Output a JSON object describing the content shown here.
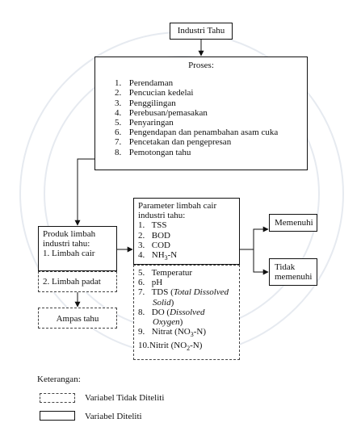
{
  "industri": "Industri Tahu",
  "proses": {
    "title": "Proses:",
    "steps": [
      {
        "no": "1.",
        "label": "Perendaman"
      },
      {
        "no": "2.",
        "label": "Pencucian kedelai"
      },
      {
        "no": "3.",
        "label": "Penggilingan"
      },
      {
        "no": "4.",
        "label": "Perebusan/pemasakan"
      },
      {
        "no": "5.",
        "label": "Penyaringan"
      },
      {
        "no": "6.",
        "label": "Pengendapan dan penambahan asam cuka"
      },
      {
        "no": "7.",
        "label": "Pencetakan dan pengepresan"
      },
      {
        "no": "8.",
        "label": "Pemotongan tahu"
      }
    ]
  },
  "produk": {
    "title_line1": "Produk limbah",
    "title_line2": "industri tahu:",
    "item1": "1.  Limbah cair",
    "item2": "2.  Limbah padat"
  },
  "ampas": "Ampas tahu",
  "parameter": {
    "title_line1": "Parameter limbah cair",
    "title_line2": "industri tahu:",
    "measured": [
      {
        "no": "1.",
        "label": "TSS"
      },
      {
        "no": "2.",
        "label": "BOD"
      },
      {
        "no": "3.",
        "label": "COD"
      },
      {
        "no": "4.",
        "label": "NH",
        "sub": "3",
        "tail": "-N"
      }
    ],
    "unmeasured": [
      {
        "no": "5.",
        "label": "Temperatur"
      },
      {
        "no": "6.",
        "label": "pH"
      },
      {
        "no": "7.",
        "label": "TDS (",
        "italic": "Total Dissolved",
        "line2_italic": "Solid",
        "line2_tail": ")"
      },
      {
        "no": "8.",
        "label": "DO (",
        "italic": "Dissolved",
        "line2_italic": "Oxygen",
        "line2_tail": ")"
      },
      {
        "no": "9.",
        "label": "Nitrat (NO",
        "sub": "3",
        "tail": "-N)"
      },
      {
        "no": "10.",
        "label": "Nitrit (NO",
        "sub": "2",
        "tail": "-N)"
      }
    ]
  },
  "memenuhi": "Memenuhi",
  "tidak_memenuhi_line1": "Tidak",
  "tidak_memenuhi_line2": "memenuhi",
  "legend": {
    "title": "Keterangan:",
    "dashed_label": "Variabel Tidak Diteliti",
    "solid_label": "Variabel Diteliti"
  }
}
